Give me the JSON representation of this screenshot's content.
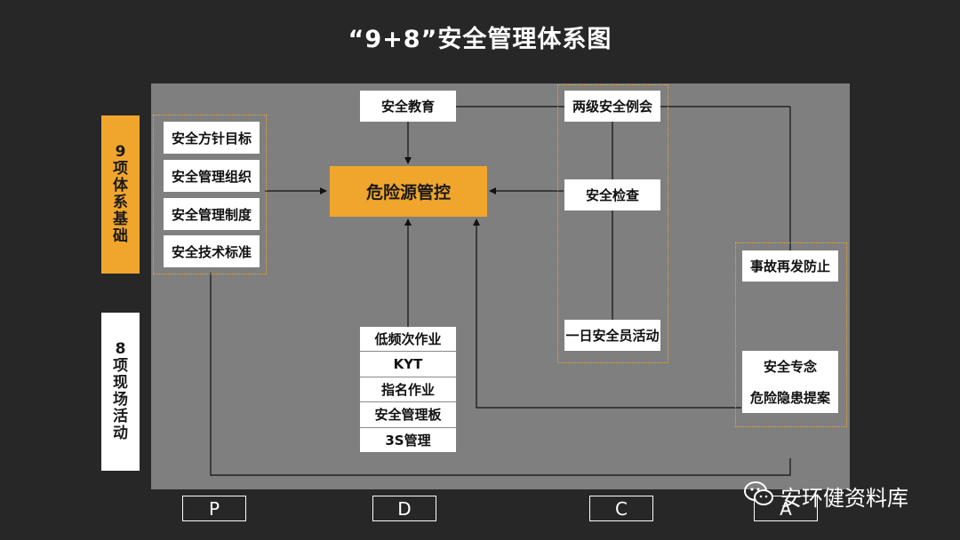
{
  "title": "“9+8”安全管理体系图",
  "sidebar_foundation": {
    "number": "9",
    "chars": [
      "项",
      "体",
      "系",
      "基",
      "础"
    ]
  },
  "sidebar_activities": {
    "number": "8",
    "chars": [
      "项",
      "现",
      "场",
      "活",
      "动"
    ]
  },
  "foundation_items": [
    "安全方针目标",
    "安全管理组织",
    "安全管理制度",
    "安全技术标准"
  ],
  "education": "安全教育",
  "core": "危险源管控",
  "check_group": {
    "meeting": "两级安全例会",
    "inspection": "安全检查",
    "daily": "一日安全员活动"
  },
  "activities_stack": [
    "低频次作业",
    "KYT",
    "指名作业",
    "安全管理板",
    "3S管理"
  ],
  "prevention": "事故再发防止",
  "talk_stack": [
    "安全专念",
    "危险隐患提案"
  ],
  "pdca": [
    "P",
    "D",
    "C",
    "A"
  ],
  "watermark": {
    "icon": "wechat-icon",
    "text": "安环健资料库"
  },
  "colors": {
    "background": "#272727",
    "panel": "#7f7f7f",
    "accent": "#f0a62d",
    "box": "#ffffff"
  }
}
